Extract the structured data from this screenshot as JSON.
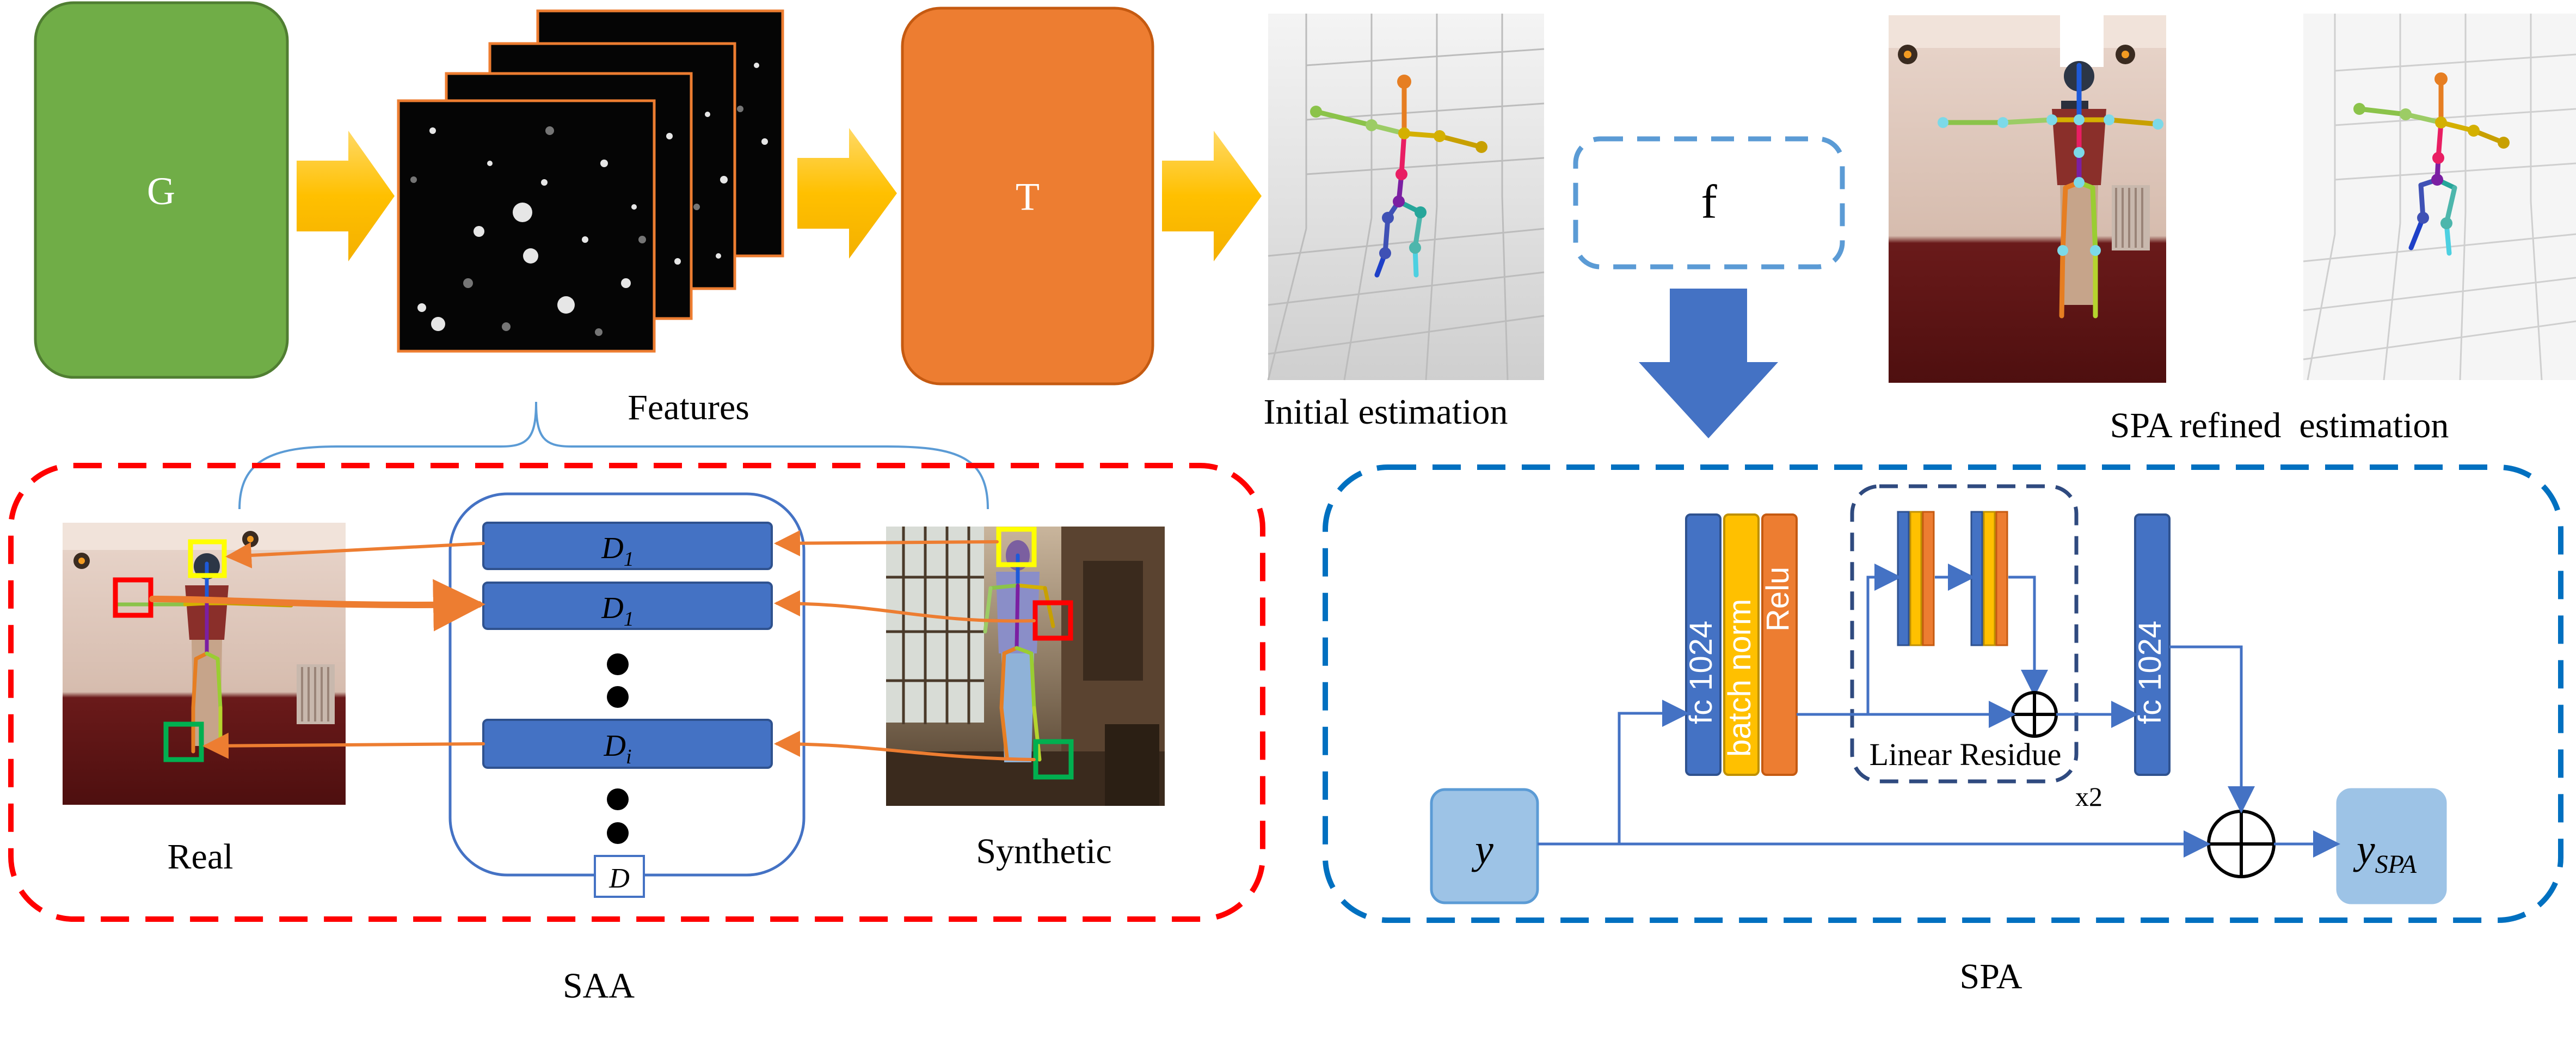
{
  "top": {
    "g_label": "G",
    "t_label": "T",
    "f_label": "f",
    "features_caption": "Features",
    "initial_caption": "Initial estimation",
    "refined_caption": "SPA refined  estimation"
  },
  "saa": {
    "real_caption": "Real",
    "synthetic_caption": "Synthetic",
    "section_caption": "SAA",
    "d_box_label": "D",
    "discriminators": [
      {
        "base": "D",
        "sub": "1"
      },
      {
        "base": "D",
        "sub": "1"
      },
      {
        "base": "D",
        "sub": "i"
      }
    ]
  },
  "spa": {
    "section_caption": "SPA",
    "fc_left": "fc 1024",
    "batch_norm": "batch norm",
    "relu": "Relu",
    "fc_right": "fc 1024",
    "linear_residue": "Linear Residue",
    "repeat": "x2",
    "input": "y",
    "output_base": "y",
    "output_sub": "SPA"
  },
  "colors": {
    "green_block": "#70AD47",
    "orange_block": "#ED7D31",
    "arrow_yellow": "#FFC000",
    "spa_blue": "#4472C4",
    "disc_blue": "#4472C4",
    "saa_border": "#FF0000",
    "spa_border": "#0070C0",
    "batchnorm_yellow": "#FFC000"
  }
}
